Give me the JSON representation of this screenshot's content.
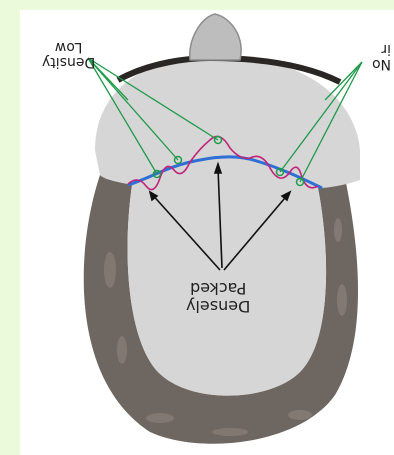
{
  "labels": {
    "low_density_line1": "Low",
    "low_density_line2": "Density",
    "right_partial_line1": "ir",
    "right_partial_line2": "No",
    "dense_line1": "Densely",
    "dense_line2": "Packed"
  },
  "colors": {
    "background": "#ffffff",
    "frame": "#ecfadc",
    "skull": "#d6d6d6",
    "skin": "#6e6660",
    "hair_tuft": "#bdbdbd",
    "pointer_green": "#1f9a4a",
    "density_blue": "#2f6fd6",
    "density_magenta": "#c2247a"
  }
}
